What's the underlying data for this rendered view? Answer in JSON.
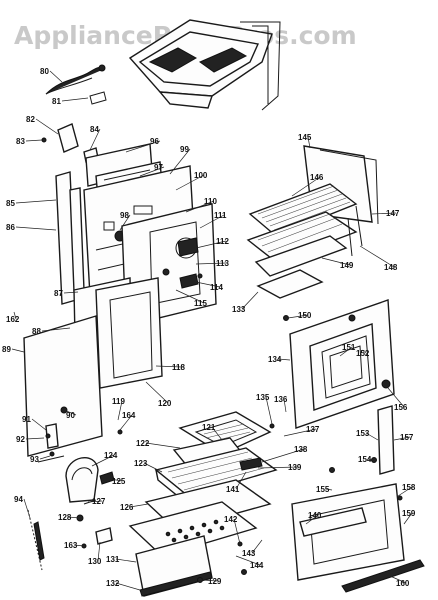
{
  "watermark": "AppliancePartsPros.com",
  "callouts": [
    "80",
    "81",
    "82",
    "83",
    "84",
    "85",
    "86",
    "87",
    "88",
    "89",
    "90",
    "91",
    "92",
    "93",
    "94",
    "96",
    "97",
    "98",
    "99",
    "100",
    "110",
    "111",
    "112",
    "113",
    "114",
    "115",
    "118",
    "119",
    "120",
    "121",
    "122",
    "123",
    "124",
    "125",
    "126",
    "127",
    "128",
    "129",
    "130",
    "131",
    "132",
    "133",
    "134",
    "135",
    "136",
    "137",
    "138",
    "139",
    "140",
    "141",
    "142",
    "143",
    "144",
    "145",
    "146",
    "147",
    "148",
    "149",
    "150",
    "151",
    "152",
    "153",
    "154",
    "155",
    "156",
    "157",
    "158",
    "159",
    "160",
    "162",
    "163",
    "164"
  ]
}
